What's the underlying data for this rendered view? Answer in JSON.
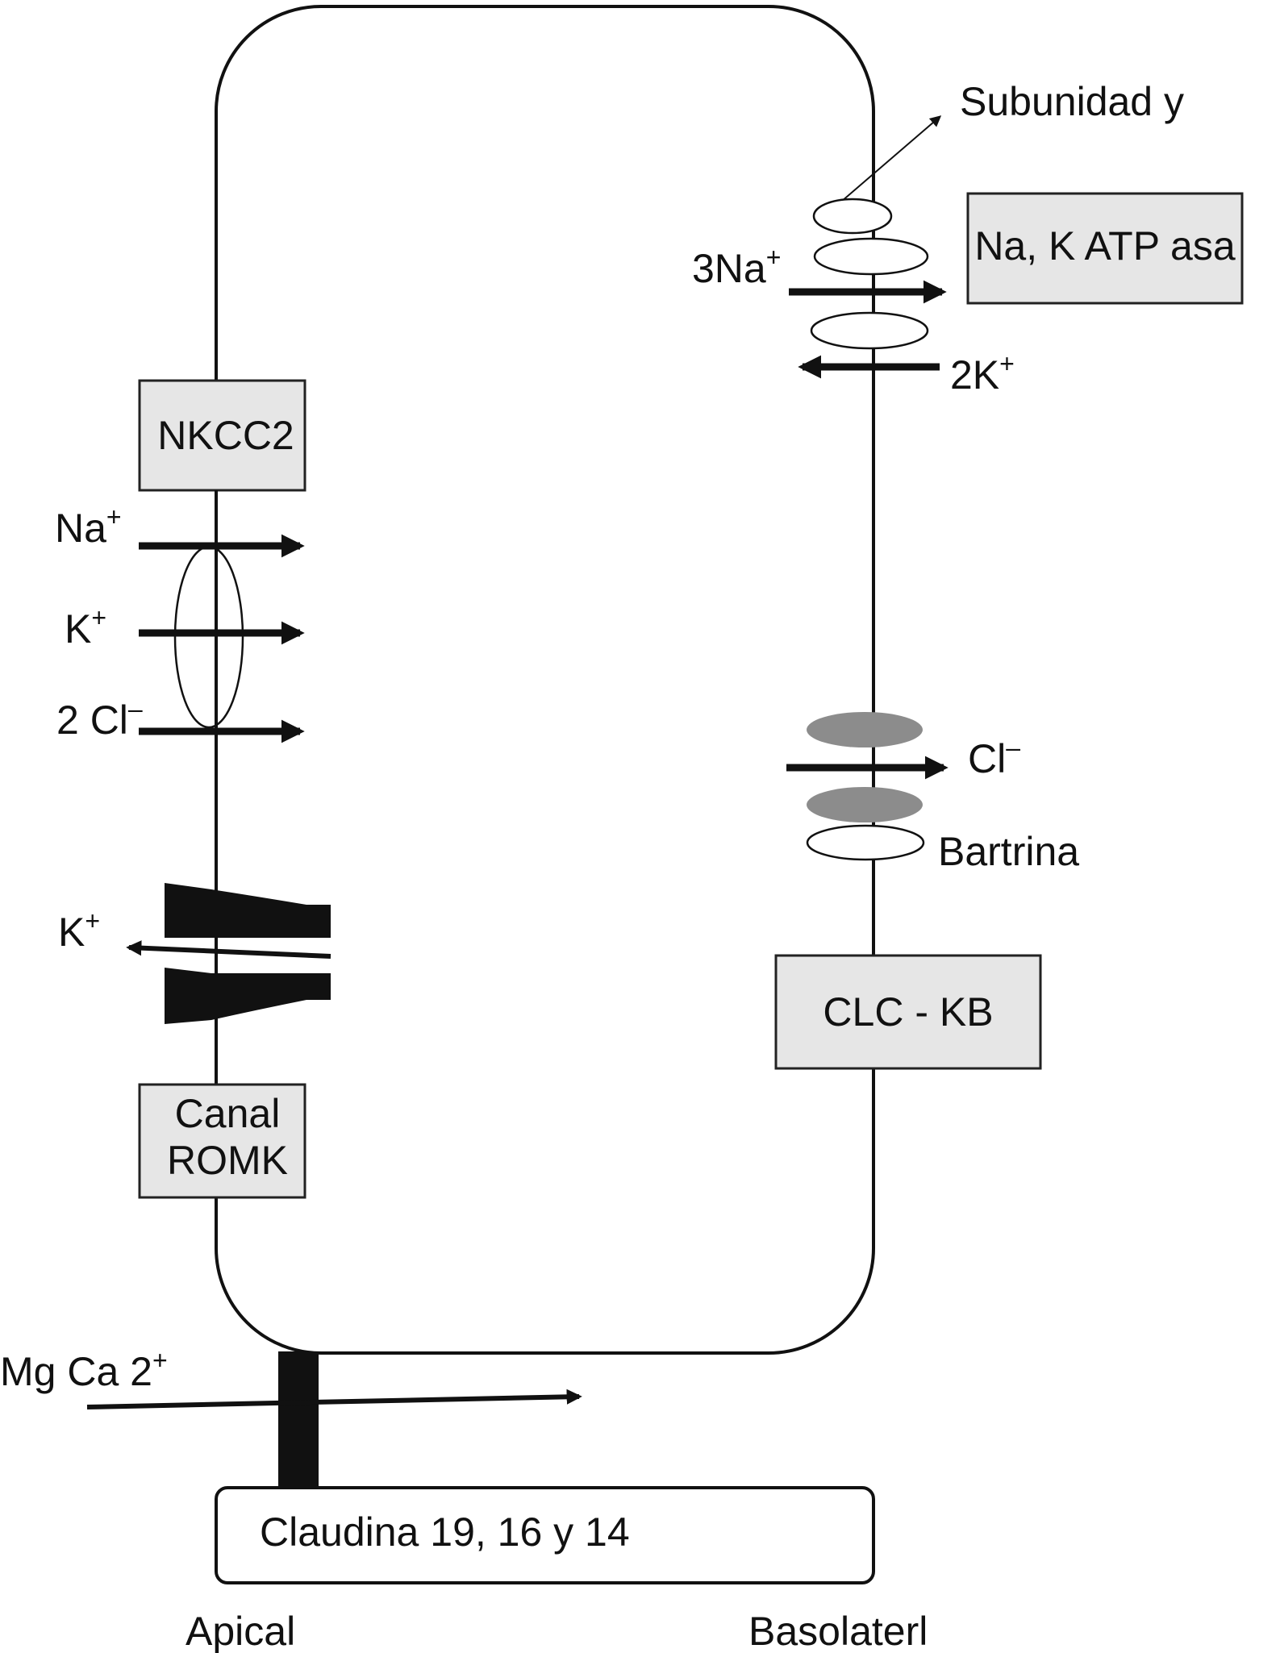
{
  "diagram": {
    "labels": {
      "subunit": "Subunidad y",
      "pump": "Na, K ATP asa",
      "na3": "3Na",
      "k2": "2K",
      "nkcc2": "NKCC2",
      "na": "Na",
      "k": "K",
      "cl2": "2 Cl",
      "k_out": "K",
      "romk_line1": "Canal",
      "romk_line2": "ROMK",
      "cl_baso": "Cl",
      "bartrina": "Bartrina",
      "clckb": "CLC - KB",
      "mgca": "Mg Ca 2",
      "claudina": "Claudina 19, 16 y 14",
      "apical": "Apical",
      "basolateral": "Basolaterl"
    },
    "superscripts": {
      "plus": "+",
      "minus": "–"
    },
    "colors": {
      "line": "#111111",
      "box_fill": "#e6e6e6",
      "channel_fill": "#8c8c8c",
      "background": "#ffffff"
    }
  }
}
